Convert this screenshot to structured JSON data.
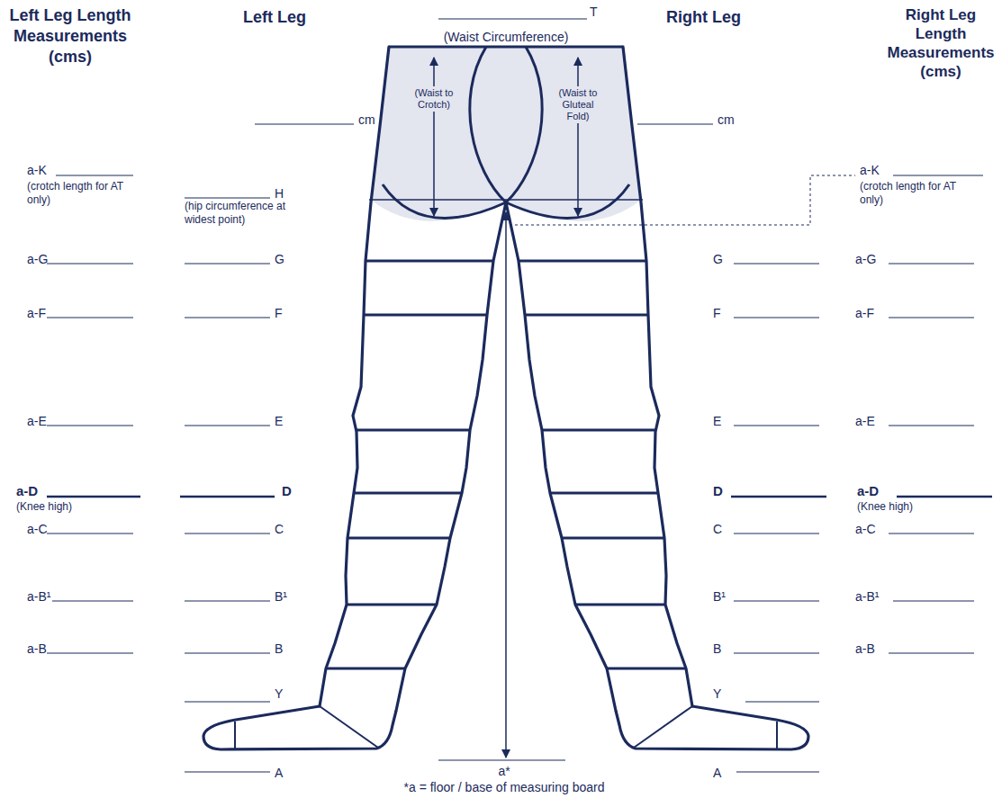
{
  "diagram": {
    "nodes": [
      {
        "text": [
          "(Waist to Crotch)",
          "(Waist to Gluteal Fold)"
        ]
      }
    ],
    "labels": [
      "Left Leg Length Measurements (cms)",
      "Left Leg",
      "T",
      "(Waist Circumference)",
      "Right Leg",
      "Right Leg Length Measurements (cms)",
      "cm",
      "cm",
      "a-K",
      "(crotch length for AT only)",
      "H",
      "(hip circumference at widest point)",
      "a-K",
      "(crotch length for AT only)",
      "a-G",
      "G",
      "G",
      "a-G",
      "a-F",
      "F",
      "F",
      "a-F",
      "a-E",
      "E",
      "E",
      "a-E",
      "a-D",
      "(Knee high)",
      "D",
      "D",
      "a-D",
      "(Knee high)",
      "a-C",
      "C",
      "C",
      "a-C",
      "a-B¹",
      "B¹",
      "B¹",
      "a-B¹",
      "a-B",
      "B",
      "B",
      "a-B",
      "Y",
      "Y",
      "A",
      "a*",
      "*a = floor / base of measuring board",
      "A"
    ]
  }
}
